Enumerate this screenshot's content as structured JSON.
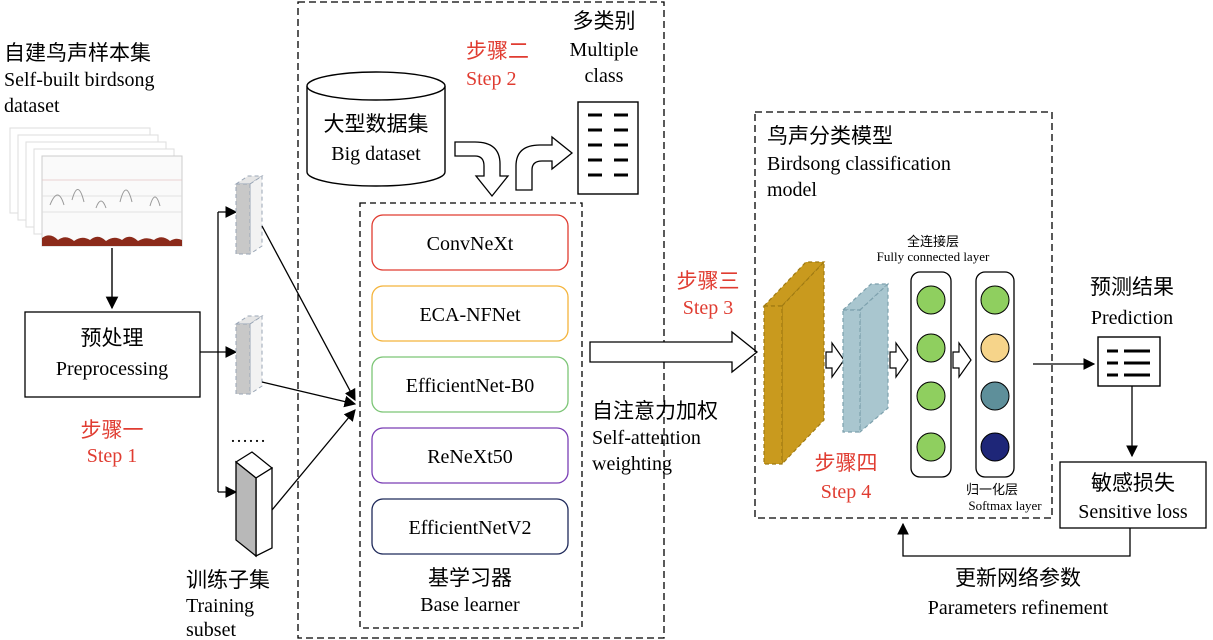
{
  "dataset": {
    "zh": "自建鸟声样本集",
    "en_line1": "Self-built birdsong",
    "en_line2": "dataset"
  },
  "preprocess": {
    "zh": "预处理",
    "en": "Preprocessing"
  },
  "step1": {
    "zh": "步骤一",
    "en": "Step 1"
  },
  "training_subset": {
    "zh": "训练子集",
    "en_line1": "Training",
    "en_line2": "subset",
    "ellipsis": "……"
  },
  "big_dataset": {
    "zh": "大型数据集",
    "en": "Big dataset"
  },
  "step2": {
    "zh": "步骤二",
    "en": "Step 2"
  },
  "multiclass": {
    "zh": "多类别",
    "en_line1": "Multiple",
    "en_line2": "class"
  },
  "base_learner": {
    "zh": "基学习器",
    "en": "Base learner",
    "models": [
      {
        "name": "ConvNeXt",
        "color": "#e03c31"
      },
      {
        "name": "ECA-NFNet",
        "color": "#f4b43c"
      },
      {
        "name": "EfficientNet-B0",
        "color": "#7cc576"
      },
      {
        "name": "ReNeXt50",
        "color": "#7a3fb5"
      },
      {
        "name": "EfficientNetV2",
        "color": "#1f2a5a"
      }
    ]
  },
  "attention": {
    "zh": "自注意力加权",
    "en_line1": "Self-attention",
    "en_line2": "weighting"
  },
  "step3": {
    "zh": "步骤三",
    "en": "Step 3"
  },
  "model": {
    "zh": "鸟声分类模型",
    "en_line1": "Birdsong classification",
    "en_line2": "model",
    "fc_zh": "全连接层",
    "fc_en": "Fully connected layer",
    "softmax_zh": "归一化层",
    "softmax_en": "Softmax layer",
    "fc_color": "#8fcf5f",
    "softmax_colors": [
      "#8fcf5f",
      "#f6d48a",
      "#5e8f9a",
      "#1e2678"
    ],
    "feature_color": "#c99a1e",
    "feature2_color": "#a9c6cf"
  },
  "step4": {
    "zh": "步骤四",
    "en": "Step 4"
  },
  "prediction": {
    "zh": "预测结果",
    "en": "Prediction"
  },
  "loss": {
    "zh": "敏感损失",
    "en": "Sensitive loss"
  },
  "refine": {
    "zh": "更新网络参数",
    "en": "Parameters refinement"
  }
}
